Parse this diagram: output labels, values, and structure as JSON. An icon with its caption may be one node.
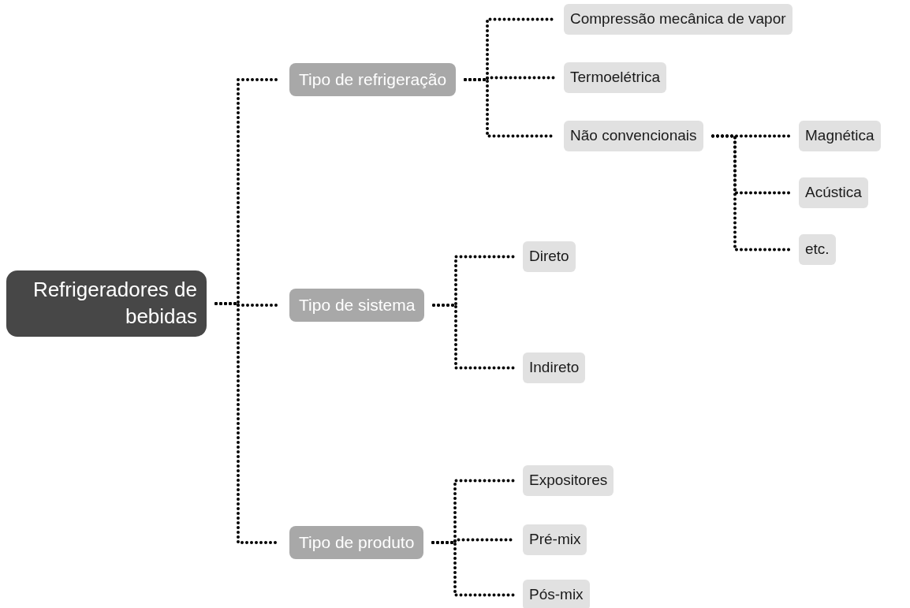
{
  "diagram": {
    "nodes": [
      {
        "text": [
          "Refrigeradores de bebidas"
        ]
      },
      {
        "text": [
          "Tipo de refrigeração"
        ]
      },
      {
        "text": [
          "Compressão mecânica de vapor"
        ]
      },
      {
        "text": [
          "Termoelétrica"
        ]
      },
      {
        "text": [
          "Não convencionais"
        ]
      },
      {
        "text": [
          "Magnética"
        ]
      },
      {
        "text": [
          "Acústica"
        ]
      },
      {
        "text": [
          "etc."
        ]
      },
      {
        "text": [
          "Tipo de sistema"
        ]
      },
      {
        "text": [
          "Direto"
        ]
      },
      {
        "text": [
          "Indireto"
        ]
      },
      {
        "text": [
          "Tipo de produto"
        ]
      },
      {
        "text": [
          "Expositores"
        ]
      },
      {
        "text": [
          "Pré-mix"
        ]
      },
      {
        "text": [
          "Pós-mix"
        ]
      }
    ],
    "edges": [
      {
        "from": 0,
        "to": 1,
        "arrow": "none"
      },
      {
        "from": 0,
        "to": 8,
        "arrow": "none"
      },
      {
        "from": 0,
        "to": 11,
        "arrow": "none"
      },
      {
        "from": 1,
        "to": 2,
        "arrow": "none"
      },
      {
        "from": 1,
        "to": 3,
        "arrow": "none"
      },
      {
        "from": 1,
        "to": 4,
        "arrow": "none"
      },
      {
        "from": 4,
        "to": 5,
        "arrow": "none"
      },
      {
        "from": 4,
        "to": 6,
        "arrow": "none"
      },
      {
        "from": 4,
        "to": 7,
        "arrow": "none"
      },
      {
        "from": 8,
        "to": 9,
        "arrow": "none"
      },
      {
        "from": 8,
        "to": 10,
        "arrow": "none"
      },
      {
        "from": 11,
        "to": 12,
        "arrow": "none"
      },
      {
        "from": 11,
        "to": 13,
        "arrow": "none"
      },
      {
        "from": 11,
        "to": 14,
        "arrow": "none"
      }
    ]
  }
}
